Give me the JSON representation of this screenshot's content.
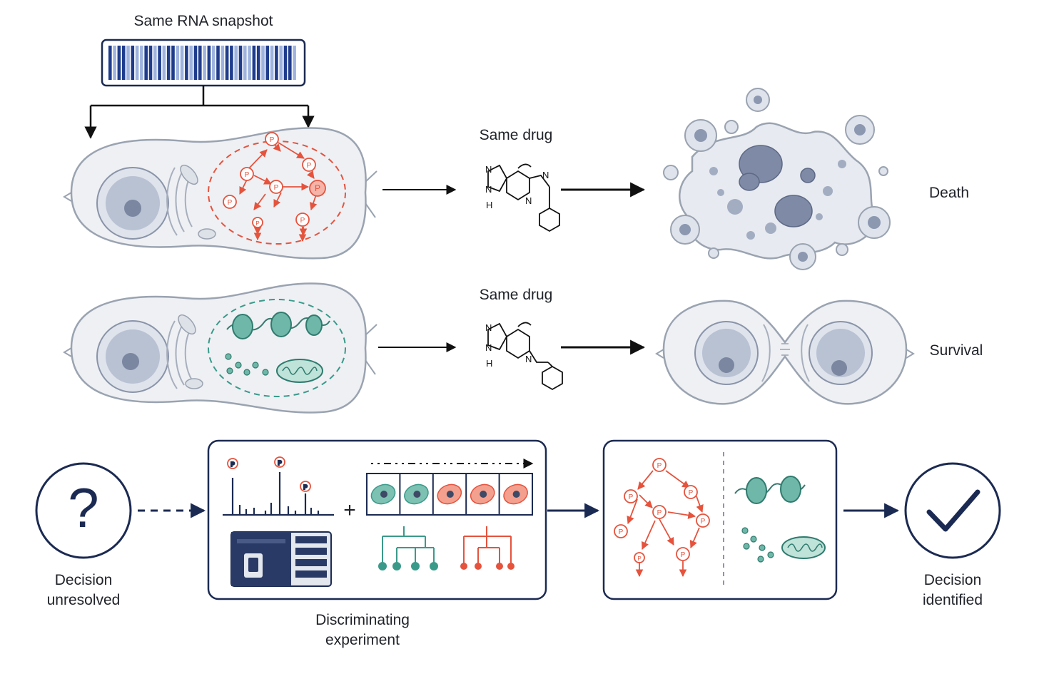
{
  "texts": {
    "rna_snapshot": "Same RNA snapshot",
    "drug_top": "Same drug",
    "drug_bottom": "Same drug",
    "outcome_death": "Death",
    "outcome_survival": "Survival",
    "unresolved_line1": "Decision",
    "unresolved_line2": "unresolved",
    "experiment_line1": "Discriminating",
    "experiment_line2": "experiment",
    "identified_line1": "Decision",
    "identified_line2": "identified",
    "plus": "+",
    "question_mark": "?",
    "phospho_marker": "P",
    "chem_n": "N",
    "chem_h": "H"
  },
  "colors": {
    "navy": "#1b2a52",
    "kinase_red": "#e5533d",
    "chromatin_teal": "#3a9a8a",
    "membrane_gray": "#9aa3b0",
    "cell_fill": "#eef0f4",
    "nucleus": "#b9c2d3",
    "barcode_dark": "#1f3c8c",
    "barcode_light": "#9fb3de"
  },
  "icons": [
    "question-icon",
    "checkmark-icon",
    "mass-spec-instrument-icon",
    "phospho-network-icon",
    "nucleosome-icon",
    "mitochondrion-icon",
    "lineage-tree-icon",
    "drug-molecule-icon"
  ]
}
